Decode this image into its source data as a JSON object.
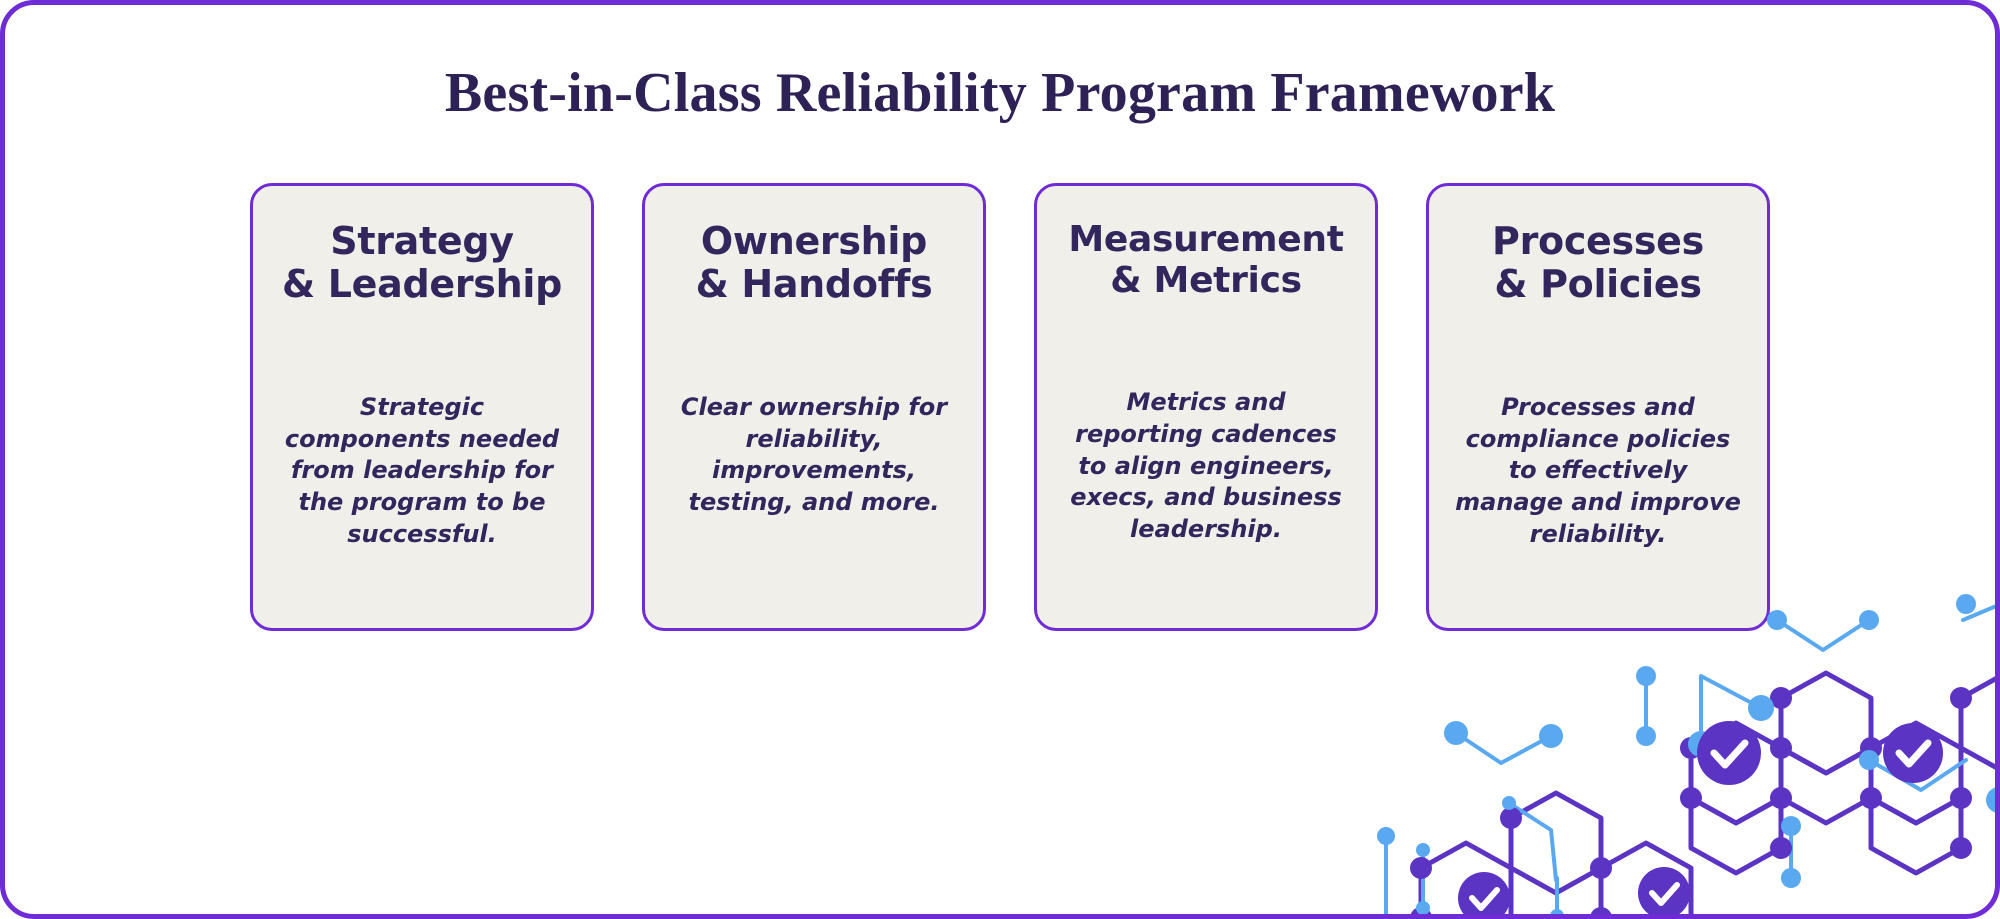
{
  "page": {
    "title": "Best-in-Class Reliability Program Framework",
    "frame_border_color": "#6f2bd6",
    "background_color": "#ffffff"
  },
  "theme": {
    "card_background": "#f0efe9",
    "card_border": "#6f2bd6",
    "heading_color": "#33265c",
    "title_color": "#2e2155",
    "accent_purple": "#5b34c4",
    "accent_light_blue": "#5aa9f0"
  },
  "cards": [
    {
      "title": "Strategy\n& Leadership",
      "body": "Strategic components needed from leadership for the program to be successful."
    },
    {
      "title": "Ownership\n& Handoffs",
      "body": "Clear ownership for reliability, improvements, testing, and more."
    },
    {
      "title": "Measurement\n& Metrics",
      "body": "Metrics and reporting cadences to align engineers, execs, and business leadership."
    },
    {
      "title": "Processes\n& Policies",
      "body": "Processes and compliance policies to effectively manage and improve reliability."
    }
  ],
  "decoration": {
    "name": "hexagon-network-graphic",
    "check_icon": "check-icon",
    "check_count": 4
  }
}
